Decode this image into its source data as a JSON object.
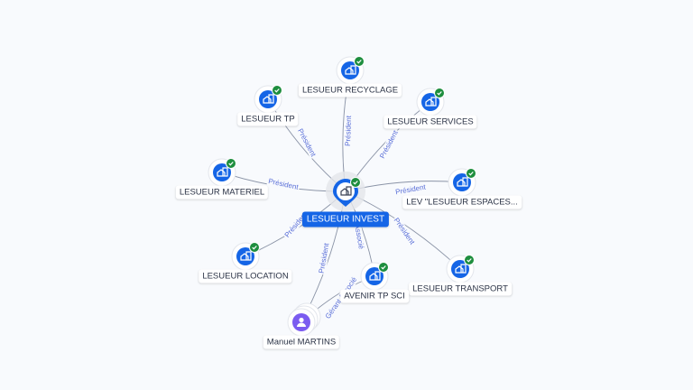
{
  "center": {
    "name": "LESUEUR INVEST",
    "icon": "company-icon",
    "verified": true
  },
  "nodes": [
    {
      "id": "recyclage",
      "name": "LESUEUR RECYCLAGE",
      "type": "company",
      "verified": true,
      "relation": "Président"
    },
    {
      "id": "tp",
      "name": "LESUEUR TP",
      "type": "company",
      "verified": true,
      "relation": "Président"
    },
    {
      "id": "services",
      "name": "LESUEUR SERVICES",
      "type": "company",
      "verified": true,
      "relation": "Président"
    },
    {
      "id": "materiel",
      "name": "LESUEUR MATERIEL",
      "type": "company",
      "verified": true,
      "relation": "Président"
    },
    {
      "id": "lev",
      "name": "LEV \"LESUEUR ESPACES...",
      "type": "company",
      "verified": true,
      "relation": "Président"
    },
    {
      "id": "location",
      "name": "LESUEUR LOCATION",
      "type": "company",
      "verified": true,
      "relation": "Président"
    },
    {
      "id": "transport",
      "name": "LESUEUR TRANSPORT",
      "type": "company",
      "verified": true,
      "relation": "Président"
    },
    {
      "id": "avenir",
      "name": "AVENIR TP SCI",
      "type": "company",
      "verified": true,
      "relation": "Associé"
    },
    {
      "id": "manuel",
      "name": "Manuel MARTINS",
      "type": "person",
      "verified": false,
      "relation": "Président"
    }
  ],
  "extra_edge": {
    "from": "manuel",
    "to": "avenir",
    "relation": "Gérant Associé"
  },
  "colors": {
    "accent": "#1565e6",
    "verified": "#1e8e3e",
    "person": "#7b5cf0",
    "edge": "#8a93a6",
    "edge_label": "#5a6fd8"
  }
}
